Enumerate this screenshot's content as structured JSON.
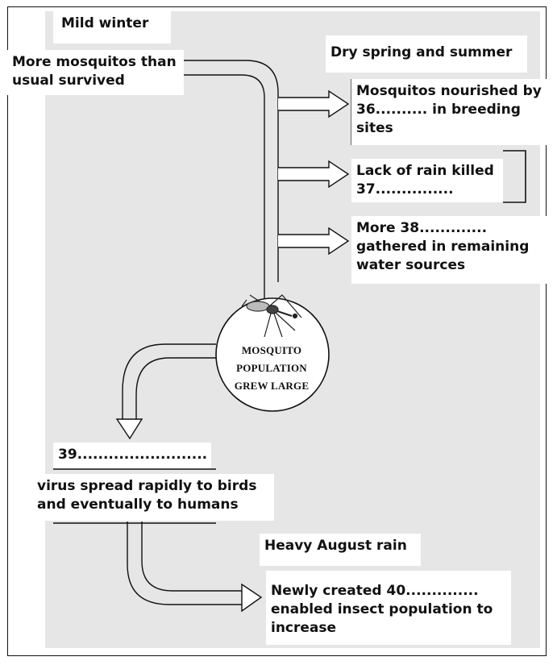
{
  "diagram": {
    "headings": {
      "mild_winter": "Mild winter",
      "dry_spring": "Dry spring and summer",
      "heavy_rain": "Heavy August rain"
    },
    "boxes": {
      "survived": "More mosquitos than\nusual survived",
      "nourished": "Mosquitos nourished by\n36.......... in breeding\nsites",
      "lack_rain": "Lack of rain killed\n37...............",
      "more_38": "More 38.............\ngathered in remaining\nwater sources",
      "blank_39": "39.........................",
      "virus": "virus spread rapidly to birds\nand eventually to humans",
      "newly_created": "Newly created 40..............\nenabled insect population to\nincrease"
    },
    "center": {
      "line1": "MOSQUITO",
      "line2": "POPULATION",
      "line3": "GREW LARGE"
    },
    "icons": [
      "mosquito-icon"
    ]
  }
}
